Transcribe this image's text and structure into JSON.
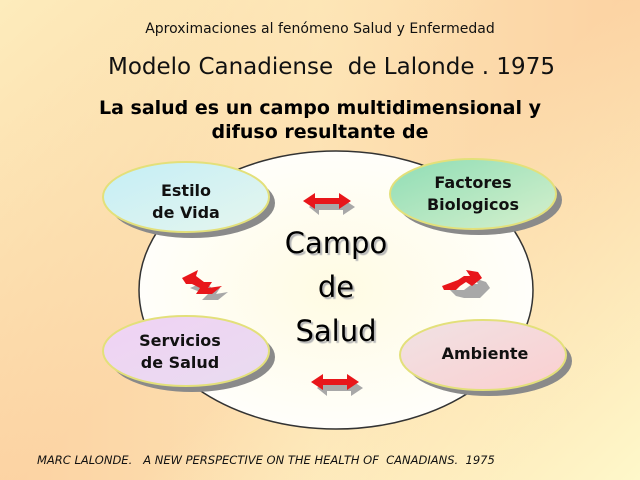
{
  "slide": {
    "subtitle": "Aproximaciones al fenómeno Salud  y  Enfermedad",
    "title": "Modelo Canadiense  de Lalonde . 1975",
    "heading": {
      "line1": "La salud es un campo multidimensional y",
      "line2": "difuso resultante de"
    },
    "footer": "MARC LALONDE.   A NEW PERSPECTIVE ON THE HEALTH OF  CANADIANS.  1975"
  },
  "diagram": {
    "center": {
      "line1": "Campo",
      "line2": "de",
      "line3": "Salud"
    },
    "nodes": [
      {
        "id": "estilo-de-vida",
        "line1": "Estilo",
        "line2": "de Vida",
        "fill": "#cdeff2"
      },
      {
        "id": "factores-biologicos",
        "line1": "Factores",
        "line2": "Biologicos",
        "fill": "#a8e3b8"
      },
      {
        "id": "servicios-de-salud",
        "line1": "Servicios",
        "line2": "de Salud",
        "fill": "#e9d2f0"
      },
      {
        "id": "ambiente",
        "line1": "Ambiente",
        "line2": "",
        "fill": "#f6d3d3"
      }
    ],
    "arrows": [
      {
        "id": "top",
        "icon": "double-arrow-horizontal-icon"
      },
      {
        "id": "left",
        "icon": "double-arrow-diagonal-icon"
      },
      {
        "id": "right",
        "icon": "double-arrow-diagonal-icon"
      },
      {
        "id": "bottom",
        "icon": "double-arrow-horizontal-icon"
      }
    ],
    "colors": {
      "arrow": "#e8161a",
      "arrow_shadow": "#a8a8a8",
      "oval_border": "#e8e06a",
      "circle_fill": "#fffff0",
      "circle_stroke": "#333333"
    }
  }
}
